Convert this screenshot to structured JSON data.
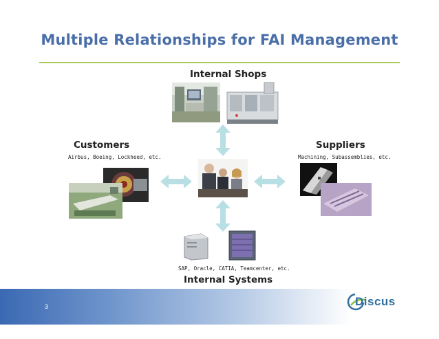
{
  "slide": {
    "title": "Multiple Relationships for FAI Management",
    "page_number": "3",
    "colors": {
      "title": "#4a6ea8",
      "rule": "#a8c85a",
      "arrow": "#b8e0e4",
      "footer_blue": "#3a69b3",
      "logo": "#2f6f9e"
    }
  },
  "nodes": {
    "internal_shops": {
      "heading": "Internal Shops"
    },
    "customers": {
      "heading": "Customers",
      "caption": "Airbus, Boeing, Lockheed, etc."
    },
    "suppliers": {
      "heading": "Suppliers",
      "caption": "Machining, Subassemblies, etc."
    },
    "internal_systems": {
      "heading": "Internal Systems",
      "caption": "SAP, Oracle, CATIA, Teamcenter, etc."
    }
  },
  "logo": {
    "text": "Discus"
  },
  "icons": [
    "bidirectional-arrow-icon",
    "discus-logo"
  ]
}
